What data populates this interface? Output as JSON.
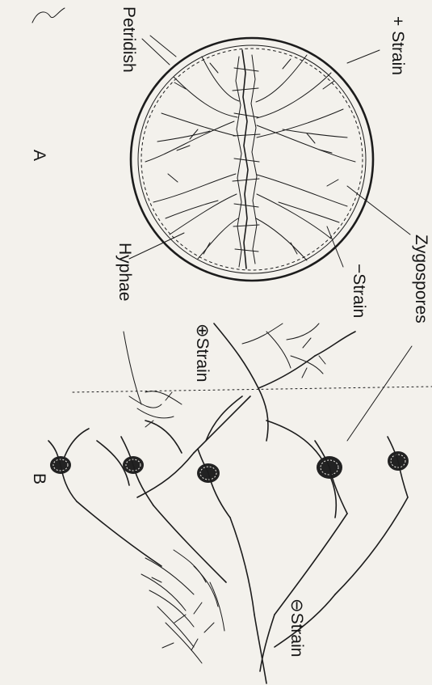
{
  "labels": {
    "petridish": "Petridish",
    "plus_strain_a": "+ Strain",
    "minus_strain_a": "−Strain",
    "zygospores": "Zygospores",
    "hyphae": "Hyphae",
    "panel_a": "A",
    "panel_b": "B",
    "plus_strain_b": "⊕Strain",
    "minus_strain_b": "⊖Strain"
  },
  "colors": {
    "ink": "#1c1c1c",
    "paper": "#f3f1ec"
  }
}
